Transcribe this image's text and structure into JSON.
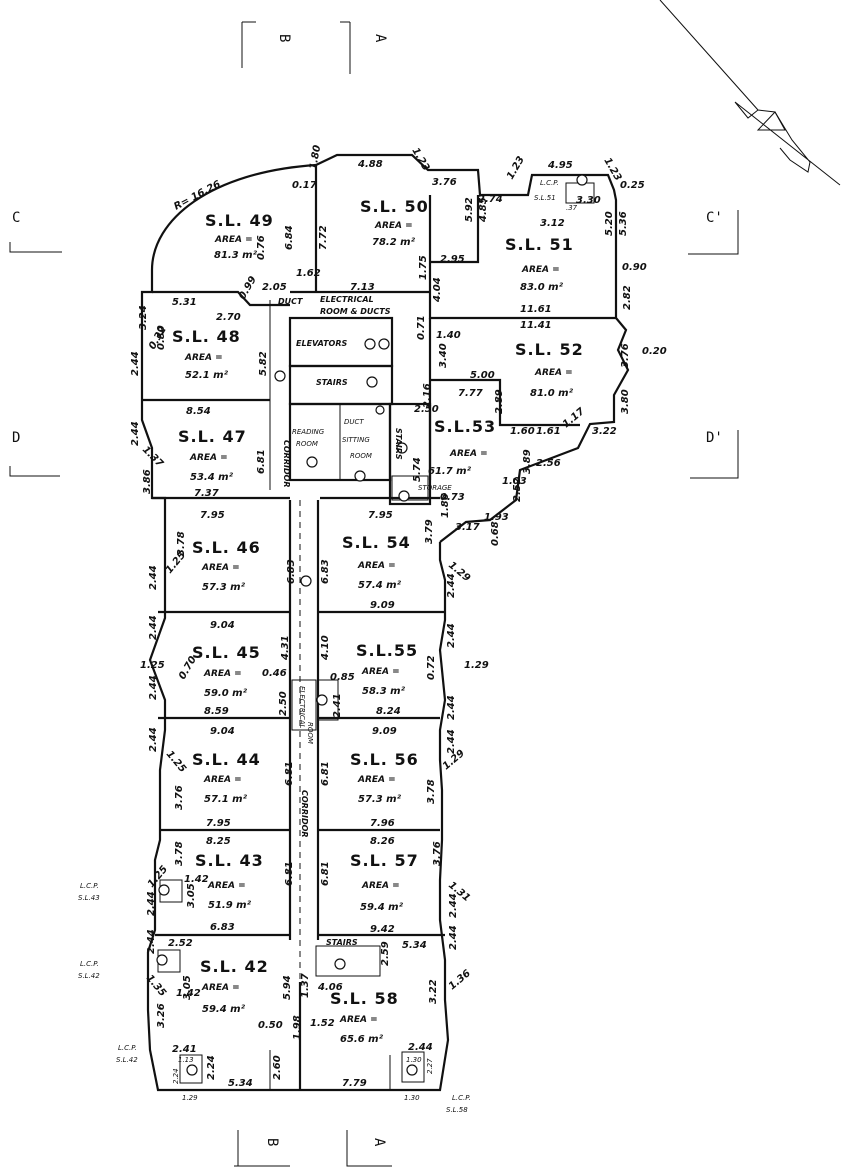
{
  "sections": {
    "top_b": "B",
    "top_a": "A",
    "bottom_b": "B",
    "bottom_a": "A",
    "c": "C",
    "c_prime": "C'",
    "d": "D",
    "d_prime": "D'"
  },
  "lots": [
    {
      "name": "S.L. 49",
      "area_label": "AREA =",
      "area": "81.3 m²"
    },
    {
      "name": "S.L. 50",
      "area_label": "AREA =",
      "area": "78.2 m²"
    },
    {
      "name": "S.L. 51",
      "area_label": "AREA =",
      "area": "83.0 m²"
    },
    {
      "name": "S.L. 48",
      "area_label": "AREA =",
      "area": "52.1 m²"
    },
    {
      "name": "S.L. 52",
      "area_label": "AREA =",
      "area": "81.0 m²"
    },
    {
      "name": "S.L. 47",
      "area_label": "AREA =",
      "area": "53.4 m²"
    },
    {
      "name": "S.L.53",
      "area_label": "AREA =",
      "area": "61.7 m²"
    },
    {
      "name": "S.L. 46",
      "area_label": "AREA =",
      "area": "57.3 m²"
    },
    {
      "name": "S.L. 54",
      "area_label": "AREA =",
      "area": "57.4 m²"
    },
    {
      "name": "S.L. 45",
      "area_label": "AREA =",
      "area": "59.0 m²"
    },
    {
      "name": "S.L.55",
      "area_label": "AREA =",
      "area": "58.3 m²"
    },
    {
      "name": "S.L. 44",
      "area_label": "AREA =",
      "area": "57.1 m²"
    },
    {
      "name": "S.L. 56",
      "area_label": "AREA =",
      "area": "57.3 m²"
    },
    {
      "name": "S.L. 43",
      "area_label": "AREA =",
      "area": "51.9 m²"
    },
    {
      "name": "S.L. 57",
      "area_label": "AREA =",
      "area": "59.4 m²"
    },
    {
      "name": "S.L. 42",
      "area_label": "AREA =",
      "area": "59.4 m²"
    },
    {
      "name": "S.L. 58",
      "area_label": "AREA =",
      "area": "65.6 m²"
    }
  ],
  "rooms": {
    "duct_top": "DUCT",
    "electrical_room": "ELECTRICAL",
    "room_ducts": "ROOM & DUCTS",
    "elevators": "ELEVATORS",
    "stairs_center": "STAIRS",
    "corridor_upper": "CORRIDOR",
    "reading_room_1": "READING",
    "reading_room_2": "ROOM",
    "duct_mid": "DUCT",
    "sitting_room_1": "SITTING",
    "sitting_room_2": "ROOM",
    "stairs_side": "STAIRS",
    "storage": "STORAGE",
    "electrical_room_lower_1": "ELECTRICAL",
    "electrical_room_lower_2": "ROOM",
    "corridor_lower": "CORRIDOR",
    "stairs_lower": "STAIRS",
    "lcp_51": "L.C.P.",
    "lcp_51_sl": "S.L.51",
    "lcp_43": "L.C.P.",
    "lcp_43_sl": "S.L.43",
    "lcp_42a": "L.C.P.",
    "lcp_42a_sl": "S.L.42",
    "lcp_42b": "L.C.P.",
    "lcp_42b_sl": "S.L.42",
    "lcp_58": "L.C.P.",
    "lcp_58_sl": "S.L.58"
  },
  "dimensions": {
    "r_arc": "R= 16.26",
    "d_017": "0.17",
    "d_180": "1.80",
    "d_488": "4.88",
    "d_123a": "1.23",
    "d_376a": "3.76",
    "d_274": "2.74",
    "d_123b": "1.23",
    "d_495": "4.95",
    "d_123c": "1.23",
    "d_025": "0.25",
    "d_162": "1.62",
    "d_330": "3.30",
    "d_312": "3.12",
    "d_037": ".37",
    "d_684": "6.84",
    "d_772": "7.72",
    "d_076": "0.76",
    "d_592": "5.92",
    "d_485": "4.85",
    "d_295": "2.95",
    "d_520": "5.20",
    "d_536": "5.36",
    "d_090": "0.90",
    "d_099": "0.99",
    "d_205": "2.05",
    "d_713": "7.13",
    "d_175": "1.75",
    "d_404": "4.04",
    "d_531": "5.31",
    "d_270": "2.70",
    "d_282": "2.82",
    "d_1161": "11.61",
    "d_1141": "11.41",
    "d_071": "0.71",
    "d_140": "1.40",
    "d_376b": "3.76",
    "d_020": "0.20",
    "d_080": "0.80",
    "d_324": "3.24",
    "d_032": "0.32",
    "d_244a": "2.44",
    "d_582": "5.82",
    "d_340": "3.40",
    "d_500": "5.00",
    "d_777": "7.77",
    "d_289": "2.89",
    "d_380": "3.80",
    "d_854": "8.54",
    "d_216": "2.16",
    "d_250": "2.50",
    "d_160": "1.60",
    "d_161": "1.61",
    "d_117": "1.17",
    "d_322": "3.22",
    "d_244b": "2.44",
    "d_137": "1.37",
    "d_681a": "6.81",
    "d_574": "5.74",
    "d_389": "3.89",
    "d_256": "2.56",
    "d_103": "1.03",
    "d_386": "3.86",
    "d_737": "7.37",
    "d_073": "0.73",
    "d_252": "2.52",
    "d_193": "1.93",
    "d_795a": "7.95",
    "d_795b": "7.95",
    "d_186": "1.86",
    "d_317": "3.17",
    "d_068": "0.68",
    "d_379a": "3.79",
    "d_378a": "3.78",
    "d_244c": "2.44",
    "d_125a": "1.25",
    "d_683a": "6.83",
    "d_683b": "6.83",
    "d_129a": "1.29",
    "d_244d": "2.44",
    "d_904a": "9.04",
    "d_909a": "9.09",
    "d_244e": "2.44",
    "d_244f": "2.44",
    "d_125b": "1.25",
    "d_070": "0.70",
    "d_431": "4.31",
    "d_410": "4.10",
    "d_046": "0.46",
    "d_085": "0.85",
    "d_072": "0.72",
    "d_129b": "1.29",
    "d_244g": "2.44",
    "d_250b": "2.50",
    "d_241": "2.41",
    "d_244h": "2.44",
    "d_859": "8.59",
    "d_824": "8.24",
    "d_904b": "9.04",
    "d_909b": "9.09",
    "d_244i": "2.44",
    "d_244j": "2.44",
    "d_125c": "1.25",
    "d_129c": "1.29",
    "d_376c": "3.76",
    "d_681b": "6.81",
    "d_681c": "6.81",
    "d_378b": "3.78",
    "d_795c": "7.95",
    "d_796": "7.96",
    "d_825": "8.25",
    "d_826": "8.26",
    "d_378c": "3.78",
    "d_376d": "3.76",
    "d_125d": "1.25",
    "d_142a": "1.42",
    "d_305": "3.05",
    "d_681d": "6.81",
    "d_681e": "6.81",
    "d_131": "1.31",
    "d_244k": "2.44",
    "d_244l": "2.44",
    "d_683c": "6.83",
    "d_942": "9.42",
    "d_252b": "2.52",
    "d_534a": "5.34",
    "d_259": "2.59",
    "d_244m": "2.44",
    "d_244n": "2.44",
    "d_305b": "3.05",
    "d_142b": "1.42",
    "d_135": "1.35",
    "d_594": "5.94",
    "d_137b": "1.37",
    "d_406": "4.06",
    "d_322b": "3.22",
    "d_136": "1.36",
    "d_326": "3.26",
    "d_050": "0.50",
    "d_198": "1.98",
    "d_152": "1.52",
    "d_241b": "2.41",
    "d_244o": "2.44",
    "d_113": "1.13",
    "d_224": "2.24",
    "d_260": "2.60",
    "d_227": "2.27",
    "d_130": "1.30",
    "d_224b": "2.24",
    "d_129d": "1.29",
    "d_534b": "5.34",
    "d_779": "7.79",
    "d_130b": "1.30"
  }
}
